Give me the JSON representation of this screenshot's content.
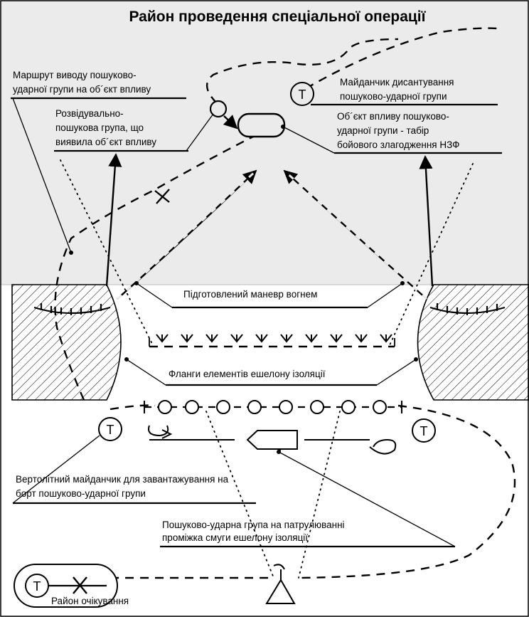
{
  "title": "Район проведення спеціальної операції",
  "labels": {
    "route_line1": "Маршрут виводу пошуково-",
    "route_line2": "ударної групи на об´єкт впливу",
    "recon_line1": "Розвідувально-",
    "recon_line2": "пошукова група, що",
    "recon_line3": "виявила об´єкт впливу",
    "landing_line1": "Майданчик дисантування",
    "landing_line2": "пошуково-ударної групи",
    "target_line1": "Об´єкт впливу пошуково-",
    "target_line2": "ударної групи - табір",
    "target_line3": "бойового злагодження НЗФ",
    "fire_maneuver": "Підготовлений маневр вогнем",
    "flanks": "Фланги елементів ешелону ізоляції",
    "heli_line1": "Вертолітний майданчик для завантажування на",
    "heli_line2": "борт пошуково-ударної групи",
    "patrol_line1": "Пошуково-ударна група на патрулюванні",
    "patrol_line2": "проміжка смуги ешелону ізоляції",
    "waiting_area": "Район очікування"
  },
  "symbols": {
    "helipad_letter": "T"
  },
  "colors": {
    "operation_area_fill": "#ebebeb",
    "line": "#000000",
    "background": "#ffffff"
  },
  "icons": [
    "helipad-icon",
    "observation-post-icon",
    "target-camp-icon",
    "hatched-terrain-icon",
    "fortification-icon",
    "heli-patrol-icon",
    "wire-obstacle-icon"
  ]
}
